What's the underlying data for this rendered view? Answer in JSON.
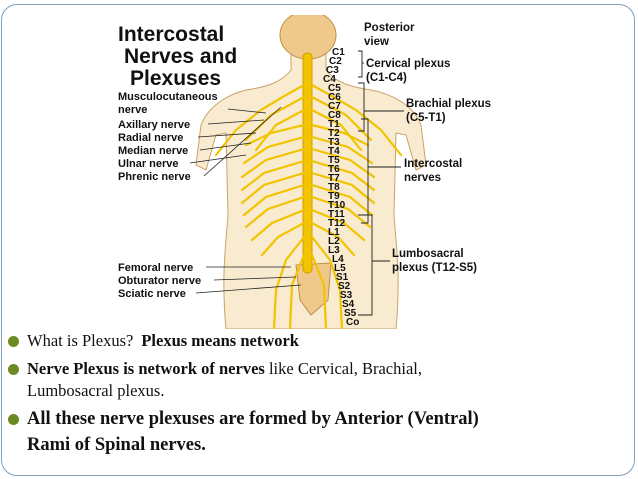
{
  "figure": {
    "title_lines": [
      "Intercostal",
      "Nerves and",
      "Plexuses"
    ],
    "view_lines": [
      "Posterior",
      "view"
    ],
    "left_labels": [
      {
        "lines": [
          "Musculocutaneous",
          "nerve"
        ]
      },
      {
        "lines": [
          "Axillary nerve"
        ]
      },
      {
        "lines": [
          "Radial nerve"
        ]
      },
      {
        "lines": [
          "Median nerve"
        ]
      },
      {
        "lines": [
          "Ulnar nerve"
        ]
      },
      {
        "lines": [
          "Phrenic nerve"
        ]
      },
      {
        "lines": [
          "Femoral nerve"
        ]
      },
      {
        "lines": [
          "Obturator nerve"
        ]
      },
      {
        "lines": [
          "Sciatic nerve"
        ]
      }
    ],
    "right_labels": [
      {
        "lines": [
          "Cervical plexus",
          "(C1-C4)"
        ]
      },
      {
        "lines": [
          "Brachial plexus",
          "(C5-T1)"
        ]
      },
      {
        "lines": [
          "Intercostal",
          "nerves"
        ]
      },
      {
        "lines": [
          "Lumbosacral",
          "plexus (T12-S5)"
        ]
      }
    ],
    "segments": [
      "C1",
      "C2",
      "C3",
      "C4",
      "C5",
      "C6",
      "C7",
      "C8",
      "T1",
      "T2",
      "T3",
      "T4",
      "T5",
      "T6",
      "T7",
      "T8",
      "T9",
      "T10",
      "T11",
      "T12",
      "L1",
      "L2",
      "L3",
      "L4",
      "L5",
      "S1",
      "S2",
      "S3",
      "S4",
      "S5",
      "Co"
    ]
  },
  "bullets": {
    "q1": {
      "question": "What is Plexus?",
      "answer": "Plexus means network"
    },
    "q2": {
      "bold": "Nerve Plexus is network of nerves",
      "rest_line1": " like Cervical, Brachial,",
      "rest_line2": "Lumbosacral plexus."
    },
    "q3": {
      "line1": "All these nerve plexuses are formed by Anterior (Ventral)",
      "line2": "Rami of Spinal nerves."
    }
  },
  "colors": {
    "nerve": "#f2c400",
    "nerve_dark": "#d49a00",
    "skin": "#f6dfa9",
    "bone": "#efc98a",
    "bullet": "#6b8a22",
    "border": "#7f9fbf"
  }
}
